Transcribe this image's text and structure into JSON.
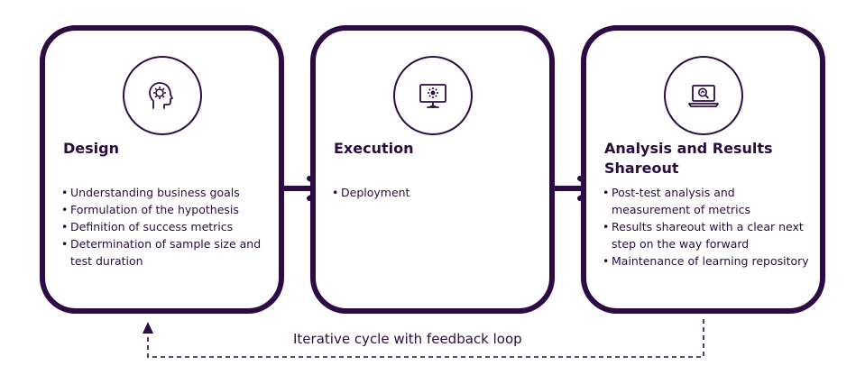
{
  "stages": [
    {
      "title": "Design",
      "icon": "brain-head-icon",
      "bullets": [
        "Understanding business goals",
        "Formulation of the hypothesis",
        "Definition of success metrics",
        "Determination of sample size and test duration"
      ]
    },
    {
      "title": "Execution",
      "icon": "monitor-deploy-icon",
      "bullets": [
        "Deployment"
      ]
    },
    {
      "title": "Analysis and Results Shareout",
      "icon": "laptop-magnifier-icon",
      "bullets": [
        "Post-test analysis and measurement of metrics",
        "Results shareout with a clear next step on the way forward",
        "Maintenance of learning repository"
      ]
    }
  ],
  "feedback_label": "Iterative cycle with feedback loop",
  "colors": {
    "primary": "#2d0b45",
    "text": "#2a0c3f",
    "background": "#ffffff"
  }
}
